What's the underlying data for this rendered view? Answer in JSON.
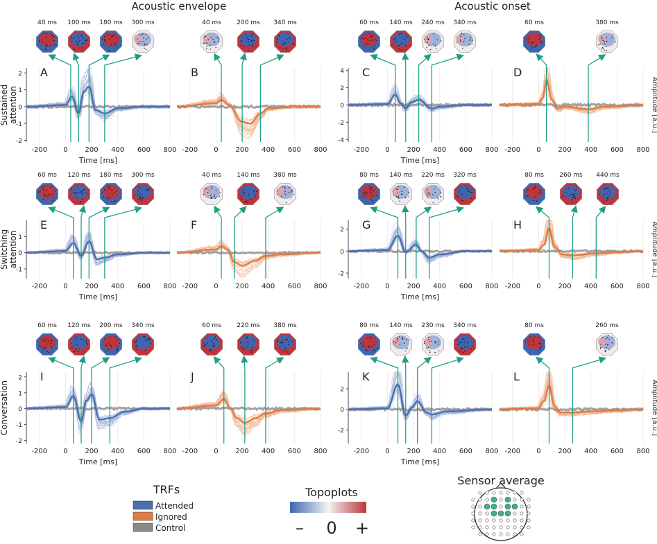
{
  "figure": {
    "col_group_titles": [
      "Acoustic envelope",
      "Acoustic onset"
    ],
    "row_labels": [
      [
        "Sustained",
        "attention"
      ],
      [
        "Switching",
        "attention"
      ],
      [
        "Conversation"
      ]
    ],
    "xlabel": "Time [ms]",
    "ylabel_right": "Amplitude [a.u.]"
  },
  "colors": {
    "attended": "#4a6eaf",
    "ignored": "#e07c46",
    "control": "#8a8a8a",
    "arrow": "#1f9e86",
    "topo_pos": "#c0353d",
    "topo_neg": "#3b67b2",
    "sensor_highlight": "#3fb08a"
  },
  "legend": {
    "title": "TRFs",
    "entries": [
      "Attended",
      "Ignored",
      "Control"
    ]
  },
  "colorbar": {
    "title": "Topoplots",
    "minus": "–",
    "zero": "0",
    "plus": "+"
  },
  "sensor_average": {
    "title": "Sensor average"
  },
  "chart_data": [
    {
      "panel": "A",
      "type": "line",
      "series": [
        {
          "name": "Attended",
          "x": [
            -300,
            0,
            50,
            100,
            140,
            180,
            230,
            300,
            400,
            600,
            800
          ],
          "values": [
            0,
            0.1,
            0.6,
            -0.4,
            0.9,
            1.2,
            -0.2,
            -0.4,
            -0.1,
            0,
            0
          ]
        },
        {
          "name": "Control",
          "x": [
            -300,
            800
          ],
          "values": [
            0,
            0
          ]
        }
      ],
      "xlim": [
        -300,
        800
      ],
      "ylim": [
        -2.1,
        2.3
      ],
      "xticks": [
        -200,
        0,
        200,
        400,
        600,
        800
      ],
      "yticks": [
        -2,
        -1,
        0,
        1,
        2
      ],
      "peak_labels": [
        "40 ms",
        "100 ms",
        "180 ms",
        "300 ms"
      ],
      "peak_x": [
        40,
        100,
        180,
        300
      ],
      "topo": [
        "pos",
        "neg",
        "pos",
        "mix"
      ]
    },
    {
      "panel": "B",
      "type": "line",
      "series": [
        {
          "name": "Ignored",
          "x": [
            -300,
            0,
            40,
            100,
            200,
            260,
            340,
            400,
            600,
            800
          ],
          "values": [
            0,
            0.2,
            0.4,
            0.1,
            -0.9,
            -1.0,
            -0.4,
            -0.1,
            0,
            0
          ]
        },
        {
          "name": "Control",
          "x": [
            -300,
            800
          ],
          "values": [
            0,
            0
          ]
        }
      ],
      "xlim": [
        -300,
        800
      ],
      "ylim": [
        -2.1,
        2.3
      ],
      "xticks": [
        -200,
        0,
        200,
        400,
        600,
        800
      ],
      "yticks": [],
      "peak_labels": [
        "40 ms",
        "200 ms",
        "340 ms"
      ],
      "peak_x": [
        40,
        200,
        340
      ],
      "topo": [
        "mix",
        "neg",
        "neg"
      ]
    },
    {
      "panel": "C",
      "type": "line",
      "series": [
        {
          "name": "Attended",
          "x": [
            -300,
            0,
            60,
            100,
            140,
            180,
            240,
            340,
            400,
            600,
            800
          ],
          "values": [
            0,
            0.1,
            1.2,
            0.2,
            -0.4,
            0.3,
            0.6,
            -0.4,
            -0.2,
            0,
            0
          ]
        },
        {
          "name": "Control",
          "x": [
            -300,
            800
          ],
          "values": [
            0,
            0
          ]
        }
      ],
      "xlim": [
        -300,
        800
      ],
      "ylim": [
        -4.3,
        4.3
      ],
      "xticks": [
        -200,
        0,
        200,
        400,
        600,
        800
      ],
      "yticks": [
        -4,
        -2,
        0,
        2,
        4
      ],
      "peak_labels": [
        "60 ms",
        "140 ms",
        "240 ms",
        "340 ms"
      ],
      "peak_x": [
        60,
        140,
        240,
        340
      ],
      "topo": [
        "pos",
        "neg",
        "mix",
        "mix"
      ]
    },
    {
      "panel": "D",
      "type": "line",
      "series": [
        {
          "name": "Ignored",
          "x": [
            -300,
            0,
            30,
            60,
            100,
            140,
            200,
            380,
            500,
            800
          ],
          "values": [
            0,
            0.1,
            0.8,
            2.9,
            0.6,
            -0.4,
            -0.2,
            -0.5,
            -0.2,
            0
          ]
        },
        {
          "name": "Control",
          "x": [
            -300,
            800
          ],
          "values": [
            0,
            0
          ]
        }
      ],
      "xlim": [
        -300,
        800
      ],
      "ylim": [
        -4.3,
        4.3
      ],
      "xticks": [
        -200,
        0,
        200,
        400,
        600,
        800
      ],
      "yticks": [],
      "peak_labels": [
        "60 ms",
        "380 ms"
      ],
      "peak_x": [
        60,
        380
      ],
      "topo": [
        "pos",
        "mix"
      ]
    },
    {
      "panel": "E",
      "type": "line",
      "series": [
        {
          "name": "Attended",
          "x": [
            -300,
            0,
            60,
            120,
            180,
            240,
            300,
            400,
            600,
            800
          ],
          "values": [
            0,
            0.1,
            0.6,
            -0.2,
            0.7,
            -0.4,
            -0.3,
            -0.1,
            0,
            0
          ]
        },
        {
          "name": "Control",
          "x": [
            -300,
            800
          ],
          "values": [
            0,
            0
          ]
        }
      ],
      "xlim": [
        -300,
        800
      ],
      "ylim": [
        -1.6,
        2.0
      ],
      "xticks": [
        -200,
        0,
        200,
        400,
        600,
        800
      ],
      "yticks": [
        -1,
        0,
        1
      ],
      "peak_labels": [
        "60 ms",
        "120 ms",
        "180 ms",
        "300 ms"
      ],
      "peak_x": [
        60,
        120,
        180,
        300
      ],
      "topo": [
        "pos",
        "neg",
        "pos",
        "neg"
      ]
    },
    {
      "panel": "F",
      "type": "line",
      "series": [
        {
          "name": "Ignored",
          "x": [
            -300,
            0,
            40,
            90,
            140,
            200,
            300,
            380,
            500,
            800
          ],
          "values": [
            0,
            0.2,
            0.4,
            0.2,
            -0.6,
            -0.8,
            -0.5,
            -0.2,
            -0.1,
            0
          ]
        },
        {
          "name": "Control",
          "x": [
            -300,
            800
          ],
          "values": [
            0,
            0
          ]
        }
      ],
      "xlim": [
        -300,
        800
      ],
      "ylim": [
        -1.6,
        2.0
      ],
      "xticks": [
        -200,
        0,
        200,
        400,
        600,
        800
      ],
      "yticks": [],
      "peak_labels": [
        "40 ms",
        "140 ms",
        "380 ms"
      ],
      "peak_x": [
        40,
        140,
        380
      ],
      "topo": [
        "mix",
        "neg",
        "mix"
      ]
    },
    {
      "panel": "G",
      "type": "line",
      "series": [
        {
          "name": "Attended",
          "x": [
            -300,
            0,
            80,
            140,
            220,
            260,
            320,
            400,
            600,
            800
          ],
          "values": [
            0,
            0.1,
            1.4,
            -0.1,
            0.6,
            0,
            -0.6,
            -0.3,
            0,
            0
          ]
        },
        {
          "name": "Control",
          "x": [
            -300,
            800
          ],
          "values": [
            0,
            0
          ]
        }
      ],
      "xlim": [
        -300,
        800
      ],
      "ylim": [
        -2.5,
        2.8
      ],
      "xticks": [
        -200,
        0,
        200,
        400,
        600,
        800
      ],
      "yticks": [
        -2,
        0,
        2
      ],
      "peak_labels": [
        "80 ms",
        "140 ms",
        "220 ms",
        "320 ms"
      ],
      "peak_x": [
        80,
        140,
        220,
        320
      ],
      "topo": [
        "pos",
        "mix",
        "mix",
        "neg"
      ]
    },
    {
      "panel": "H",
      "type": "line",
      "series": [
        {
          "name": "Ignored",
          "x": [
            -300,
            0,
            40,
            80,
            120,
            180,
            260,
            440,
            600,
            800
          ],
          "values": [
            0,
            0.1,
            0.6,
            2.1,
            0.4,
            -0.3,
            -0.4,
            -0.2,
            -0.1,
            0
          ]
        },
        {
          "name": "Control",
          "x": [
            -300,
            800
          ],
          "values": [
            0,
            0
          ]
        }
      ],
      "xlim": [
        -300,
        800
      ],
      "ylim": [
        -2.5,
        2.8
      ],
      "xticks": [
        -200,
        0,
        200,
        400,
        600,
        800
      ],
      "yticks": [],
      "peak_labels": [
        "80 ms",
        "260 ms",
        "440 ms"
      ],
      "peak_x": [
        80,
        260,
        440
      ],
      "topo": [
        "pos",
        "neg",
        "neg"
      ]
    },
    {
      "panel": "I",
      "type": "line",
      "series": [
        {
          "name": "Attended",
          "x": [
            -300,
            0,
            60,
            120,
            160,
            200,
            260,
            340,
            450,
            600,
            800
          ],
          "values": [
            0,
            0.1,
            0.8,
            -0.8,
            0.5,
            0.9,
            -0.7,
            -0.6,
            -0.2,
            0,
            0
          ]
        },
        {
          "name": "Control",
          "x": [
            -300,
            800
          ],
          "values": [
            0,
            0
          ]
        }
      ],
      "xlim": [
        -300,
        800
      ],
      "ylim": [
        -2.2,
        2.3
      ],
      "xticks": [
        -200,
        0,
        200,
        400,
        600,
        800
      ],
      "yticks": [
        -2,
        -1,
        0,
        1,
        2
      ],
      "peak_labels": [
        "60 ms",
        "120 ms",
        "200 ms",
        "340 ms"
      ],
      "peak_x": [
        60,
        120,
        200,
        340
      ],
      "topo": [
        "pos",
        "neg",
        "pos",
        "neg"
      ]
    },
    {
      "panel": "J",
      "type": "line",
      "series": [
        {
          "name": "Ignored",
          "x": [
            -300,
            0,
            60,
            110,
            160,
            220,
            300,
            380,
            500,
            800
          ],
          "values": [
            0,
            0.2,
            0.6,
            0,
            -0.6,
            -0.9,
            -0.6,
            -0.3,
            -0.1,
            0
          ]
        },
        {
          "name": "Control",
          "x": [
            -300,
            800
          ],
          "values": [
            0,
            0
          ]
        }
      ],
      "xlim": [
        -300,
        800
      ],
      "ylim": [
        -2.2,
        2.3
      ],
      "xticks": [
        -200,
        0,
        200,
        400,
        600,
        800
      ],
      "yticks": [],
      "peak_labels": [
        "60 ms",
        "220 ms",
        "380 ms"
      ],
      "peak_x": [
        60,
        220,
        380
      ],
      "topo": [
        "neg",
        "neg",
        "neg"
      ]
    },
    {
      "panel": "K",
      "type": "line",
      "series": [
        {
          "name": "Attended",
          "x": [
            -300,
            0,
            80,
            140,
            190,
            230,
            300,
            340,
            450,
            800
          ],
          "values": [
            0,
            0.1,
            2.4,
            -0.6,
            0.2,
            0.8,
            -0.3,
            -0.5,
            -0.2,
            0
          ]
        },
        {
          "name": "Control",
          "x": [
            -300,
            800
          ],
          "values": [
            0,
            0
          ]
        }
      ],
      "xlim": [
        -300,
        800
      ],
      "ylim": [
        -3.3,
        3.6
      ],
      "xticks": [
        -200,
        0,
        200,
        400,
        600,
        800
      ],
      "yticks": [
        -2,
        0,
        2
      ],
      "peak_labels": [
        "80 ms",
        "140 ms",
        "230 ms",
        "340 ms"
      ],
      "peak_x": [
        80,
        140,
        230,
        340
      ],
      "topo": [
        "pos",
        "mix",
        "mix",
        "neg"
      ]
    },
    {
      "panel": "L",
      "type": "line",
      "series": [
        {
          "name": "Ignored",
          "x": [
            -300,
            0,
            40,
            80,
            120,
            160,
            260,
            400,
            600,
            800
          ],
          "values": [
            0,
            0.1,
            0.8,
            2.3,
            0.3,
            -0.3,
            -0.3,
            -0.2,
            -0.1,
            0
          ]
        },
        {
          "name": "Control",
          "x": [
            -300,
            800
          ],
          "values": [
            0,
            0
          ]
        }
      ],
      "xlim": [
        -300,
        800
      ],
      "ylim": [
        -3.3,
        3.6
      ],
      "xticks": [
        -200,
        0,
        200,
        400,
        600,
        800
      ],
      "yticks": [],
      "peak_labels": [
        "80 ms",
        "260 ms"
      ],
      "peak_x": [
        80,
        260
      ],
      "topo": [
        "pos",
        "mix"
      ]
    }
  ]
}
